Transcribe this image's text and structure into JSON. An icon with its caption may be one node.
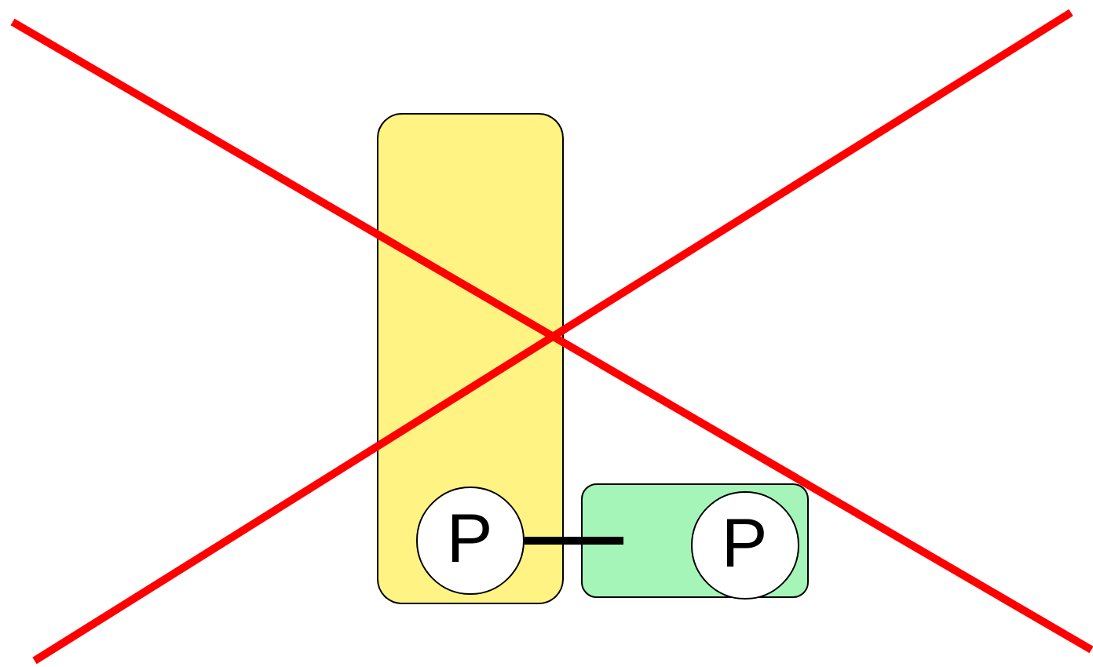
{
  "diagram": {
    "nodes": [
      {
        "text": [],
        "shape": "box"
      },
      {
        "text": [],
        "shape": "box"
      },
      {
        "text": [
          "P"
        ],
        "in": 0
      },
      {
        "text": [
          "P"
        ],
        "in": 1
      }
    ],
    "edges": [
      {
        "from": 2,
        "to": 1,
        "arrow": "none"
      }
    ]
  }
}
